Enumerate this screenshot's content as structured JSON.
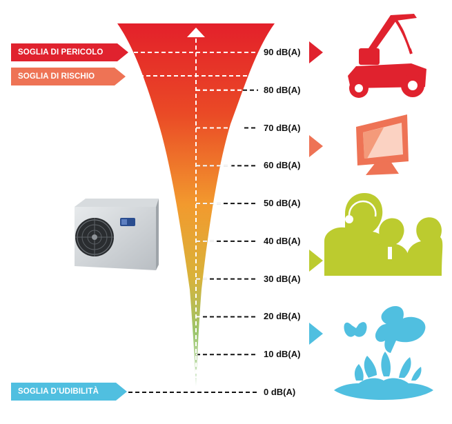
{
  "thresholds": {
    "danger": {
      "label": "SOGLIA DI PERICOLO",
      "color": "#e0222e",
      "level": "90 dB(A)"
    },
    "risk": {
      "label": "SOGLIA DI RISCHIO",
      "color": "#ee7355",
      "level": "85 dB(A)"
    },
    "hearing": {
      "label": "SOGLIA D’UDIBILITÀ",
      "color": "#50bfe0",
      "level": "0 dB(A)"
    }
  },
  "scale": {
    "unit": "dB(A)",
    "levels": [
      {
        "value": 90,
        "label": "90 dB(A)"
      },
      {
        "value": 80,
        "label": "80 dB(A)"
      },
      {
        "value": 70,
        "label": "70 dB(A)"
      },
      {
        "value": 60,
        "label": "60 dB(A)"
      },
      {
        "value": 50,
        "label": "50 dB(A)"
      },
      {
        "value": 40,
        "label": "40 dB(A)"
      },
      {
        "value": 30,
        "label": "30 dB(A)"
      },
      {
        "value": 20,
        "label": "20 dB(A)"
      },
      {
        "value": 10,
        "label": "10 dB(A)"
      },
      {
        "value": 0,
        "label": "0 dB(A)"
      }
    ]
  },
  "examples": [
    {
      "name": "lawn-mower-icon",
      "color": "#e0222e",
      "approx_level": "90 dB(A)"
    },
    {
      "name": "television-icon",
      "color": "#ee7355",
      "approx_level": "60-70 dB(A)"
    },
    {
      "name": "people-talking-icon",
      "color": "#bccb2f",
      "approx_level": "30-40 dB(A)"
    },
    {
      "name": "butterflies-flower-icon",
      "color": "#50bfe0",
      "approx_level": "10-20 dB(A)"
    }
  ],
  "product": {
    "name": "heat-pump-unit-image"
  }
}
